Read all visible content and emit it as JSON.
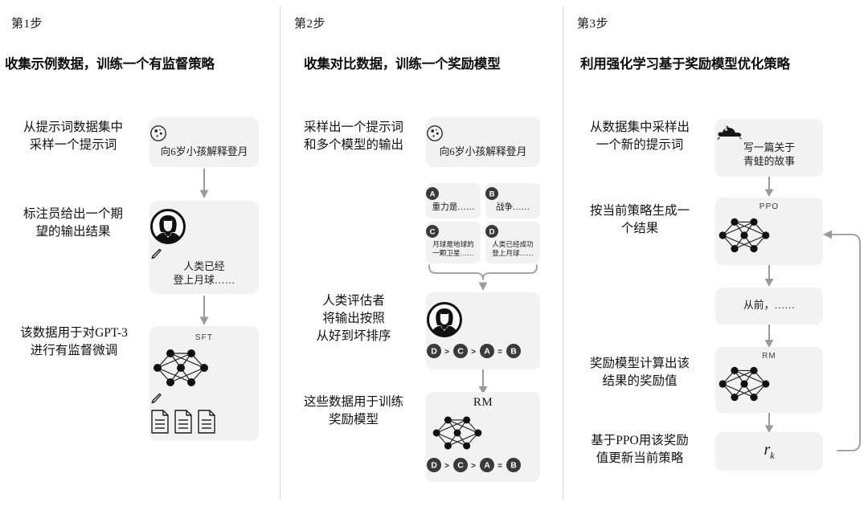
{
  "meta": {
    "background": "#ffffff",
    "card_bg": "#f2f2f2",
    "divider_color": "#d8d8d8",
    "arrow_color": "#9a9a9a",
    "ink": "#111111"
  },
  "columns": [
    {
      "id": "step-1",
      "step_label": "第1步",
      "title": "收集示例数据，训练一个有监督策略",
      "captions": [
        "从提示词数据集中\n采样一个提示词",
        "标注员给出一个期\n望的输出结果",
        "该数据用于对GPT-3\n进行有监督微调"
      ],
      "cards": [
        {
          "name": "prompt-card",
          "icon": "moon-icon",
          "text": "向6岁小孩解释登月"
        },
        {
          "name": "labeler-output-card",
          "icon": "person-icon",
          "sub_icon": "pencil-icon",
          "text": "人类已经\n登上月球……"
        },
        {
          "name": "sft-model-card",
          "icon": "neural-net-icon",
          "label": "SFT",
          "sub_icon": "pencil-icon",
          "extra_icon": "documents-icon"
        }
      ]
    },
    {
      "id": "step-2",
      "step_label": "第2步",
      "title": "收集对比数据，训练一个奖励模型",
      "captions": [
        "采样出一个提示词\n和多个模型的输出",
        "人类评估者\n将输出按照\n从好到坏排序",
        "这些数据用于训练\n奖励模型"
      ],
      "cards": [
        {
          "name": "prompt-card",
          "icon": "moon-icon",
          "text": "向6岁小孩解释登月"
        },
        {
          "name": "ranker-card",
          "icon": "person-icon",
          "ranking": "D > C > A = B"
        },
        {
          "name": "rm-model-card",
          "icon": "neural-net-icon",
          "label": "RM",
          "ranking": "D > C > A = B"
        }
      ],
      "outputs": [
        {
          "badge": "A",
          "text": "重力是……"
        },
        {
          "badge": "B",
          "text": "战争……"
        },
        {
          "badge": "C",
          "text": "月球是地球的\n一颗卫星……"
        },
        {
          "badge": "D",
          "text": "人类已经成功\n登上月球……"
        }
      ],
      "ranking_symbols": [
        "D",
        ">",
        "C",
        ">",
        "A",
        "=",
        "B"
      ]
    },
    {
      "id": "step-3",
      "step_label": "第3步",
      "title": "利用强化学习基于奖励模型优化策略",
      "captions": [
        "从数据集中采样出\n一个新的提示词",
        "按当前策略生成一\n个结果",
        "奖励模型计算出该\n结果的奖励值",
        "基于PPO用该奖励\n值更新当前策略"
      ],
      "cards": [
        {
          "name": "new-prompt-card",
          "icon": "frog-icon",
          "text": "写一篇关于\n青蛙的故事"
        },
        {
          "name": "ppo-model-card",
          "icon": "neural-net-icon",
          "label": "PPO"
        },
        {
          "name": "generated-output-card",
          "text": "从前，……"
        },
        {
          "name": "rm-model-card",
          "icon": "neural-net-icon",
          "label": "RM"
        },
        {
          "name": "reward-value-card",
          "text": "r",
          "subscript": "k"
        }
      ],
      "feedback_loop": true
    }
  ]
}
